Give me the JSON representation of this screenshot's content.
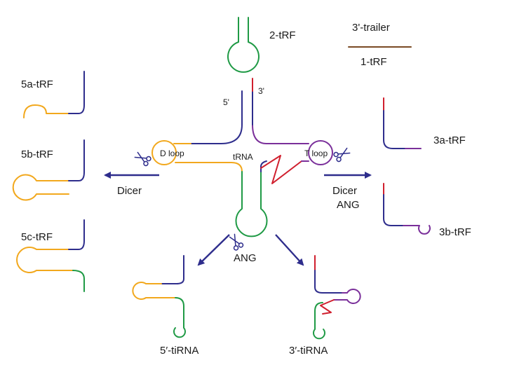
{
  "colors": {
    "navy": "#2e2d8c",
    "orange": "#f2a81d",
    "green": "#1f9a45",
    "purple": "#7a2f9a",
    "red": "#d01f2e",
    "brown": "#7a4a24",
    "arrow": "#2e2d8c"
  },
  "labels": {
    "trf_2": "2-tRF",
    "trailer": "3'-trailer",
    "trf_1": "1-tRF",
    "trf_5a": "5a-tRF",
    "trf_5b": "5b-tRF",
    "trf_5c": "5c-tRF",
    "trf_3a": "3a-tRF",
    "trf_3b": "3b-tRF",
    "end_5": "5'",
    "end_3": "3'",
    "d_loop": "D loop",
    "t_loop": "T loop",
    "trna": "tRNA",
    "dicer_left": "Dicer",
    "dicer_right": "Dicer",
    "ang_right": "ANG",
    "ang_bottom": "ANG",
    "tirna_5": "5′-tiRNA",
    "tirna_3": "3′-tiRNA"
  },
  "icons": [
    "scissors-icon",
    "arrow-icon"
  ]
}
